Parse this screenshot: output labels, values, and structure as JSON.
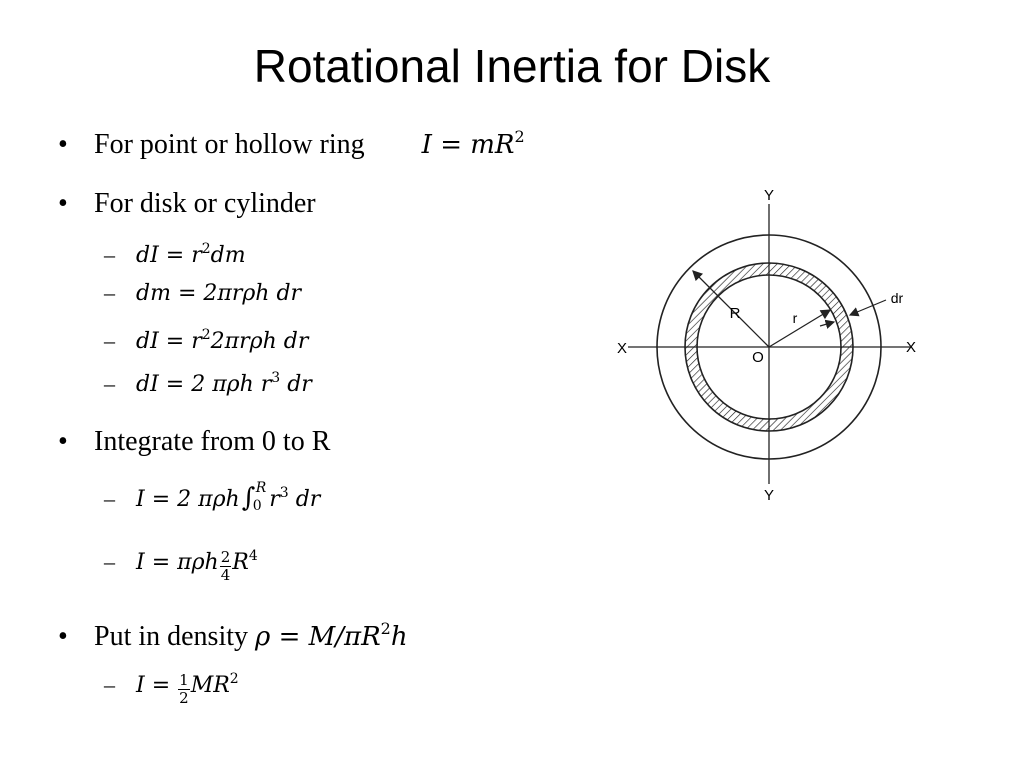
{
  "slide": {
    "title": "Rotational Inertia for Disk"
  },
  "bullets": {
    "point_ring": {
      "label": "For point or hollow ring",
      "formula_lhs": "I",
      "formula_eq": "=",
      "formula_rhs": "mR",
      "formula_exp": "2"
    },
    "disk": {
      "label": "For disk or cylinder",
      "items": [
        {
          "lhs": "dI",
          "eq": "=",
          "rhs_a": "r",
          "exp": "2",
          "rhs_b": "dm"
        },
        {
          "lhs": "dm",
          "eq": "=",
          "rhs_a": "2πrρh dr"
        },
        {
          "lhs": "dI",
          "eq": "=",
          "rhs_a": "r",
          "exp": "2",
          "rhs_b": "2πrρh dr"
        },
        {
          "lhs": "dI",
          "eq": "=",
          "rhs_a": "2 πρh r",
          "exp": "3",
          "rhs_b": "dr"
        }
      ]
    },
    "integrate": {
      "label": "Integrate from 0 to R",
      "item1": {
        "lhs": "I",
        "eq": "=",
        "pre": "2 πρh",
        "upper": "R",
        "lower": "0",
        "integrand": "r",
        "exp": "3",
        "post": "dr"
      },
      "item2": {
        "lhs": "I",
        "eq": "=",
        "pre": "πρh",
        "num": "2",
        "den": "4",
        "post": "R",
        "exp": "4"
      }
    },
    "density": {
      "label": "Put in density",
      "formula_a": "ρ = M/πR",
      "formula_exp": "2",
      "formula_b": "h",
      "item": {
        "lhs": "I",
        "eq": "=",
        "num": "1",
        "den": "2",
        "post": "MR",
        "exp": "2"
      }
    }
  },
  "diagram": {
    "axis_y_top": "Y",
    "axis_y_bottom": "Y",
    "axis_x_left": "X",
    "axis_x_right": "X",
    "origin": "O",
    "radius_label": "R",
    "inner_radius_label": "r",
    "thickness_label": "dr",
    "line_color": "#222222"
  }
}
